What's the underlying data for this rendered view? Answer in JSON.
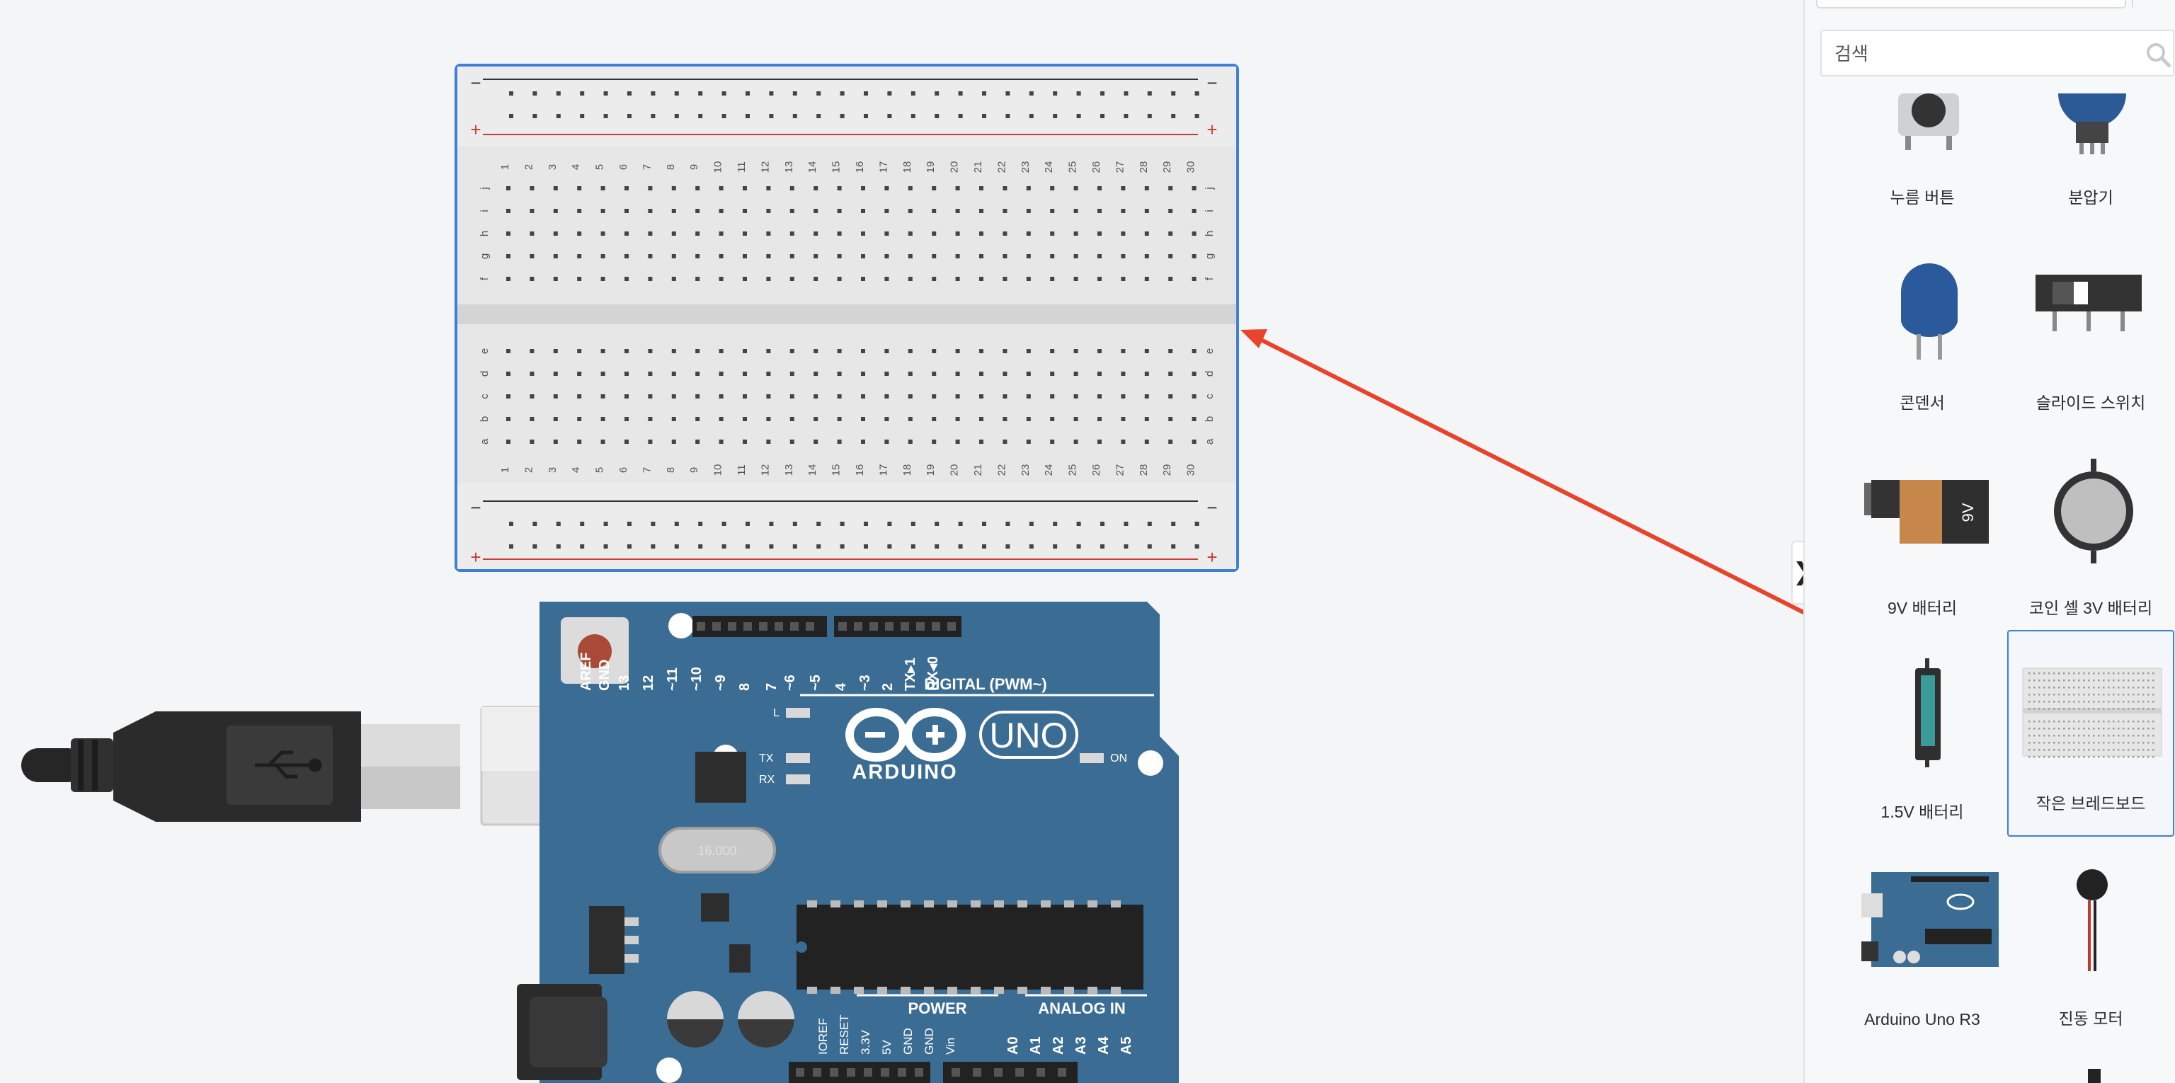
{
  "search": {
    "placeholder": "검색"
  },
  "components": [
    {
      "label": "누름 버튼",
      "icon": "pushbutton-icon"
    },
    {
      "label": "분압기",
      "icon": "potentiometer-icon"
    },
    {
      "label": "콘덴서",
      "icon": "capacitor-icon"
    },
    {
      "label": "슬라이드 스위치",
      "icon": "slide-switch-icon"
    },
    {
      "label": "9V 배터리",
      "icon": "battery-9v-icon"
    },
    {
      "label": "코인 셀 3V 배터리",
      "icon": "coin-cell-icon"
    },
    {
      "label": "1.5V 배터리",
      "icon": "battery-aa-icon"
    },
    {
      "label": "작은 브레드보드",
      "icon": "breadboard-small-icon",
      "selected": true
    },
    {
      "label": "Arduino Uno R3",
      "icon": "arduino-uno-icon"
    },
    {
      "label": "진동 모터",
      "icon": "vibration-motor-icon"
    }
  ],
  "panel_toggle": "❯",
  "breadboard": {
    "columns": 30,
    "rows_top": [
      "j",
      "i",
      "h",
      "g",
      "f"
    ],
    "rows_bottom": [
      "e",
      "d",
      "c",
      "b",
      "a"
    ],
    "rail_minus": "−",
    "rail_plus": "+"
  },
  "arduino": {
    "brand": "ARDUINO",
    "model": "UNO",
    "digital_label": "DIGITAL (PWM~)",
    "power_label": "POWER",
    "analog_label": "ANALOG IN",
    "led_L": "L",
    "led_TX": "TX",
    "led_RX": "RX",
    "led_ON": "ON",
    "digital_pins": [
      "AREF",
      "GND",
      "13",
      "12",
      "~11",
      "~10",
      "~9",
      "8",
      "7",
      "~6",
      "~5",
      "4",
      "~3",
      "2",
      "TX▸1",
      "RX◂0"
    ],
    "power_pins": [
      "IOREF",
      "RESET",
      "3.3V",
      "5V",
      "GND",
      "GND",
      "Vin"
    ],
    "analog_pins": [
      "A0",
      "A1",
      "A2",
      "A3",
      "A4",
      "A5"
    ],
    "crystal": "16.000"
  },
  "colors": {
    "board": "#3b6d94",
    "arrow": "#e8432d",
    "rail_red": "#d23a2a",
    "select": "#3f7fd6"
  }
}
